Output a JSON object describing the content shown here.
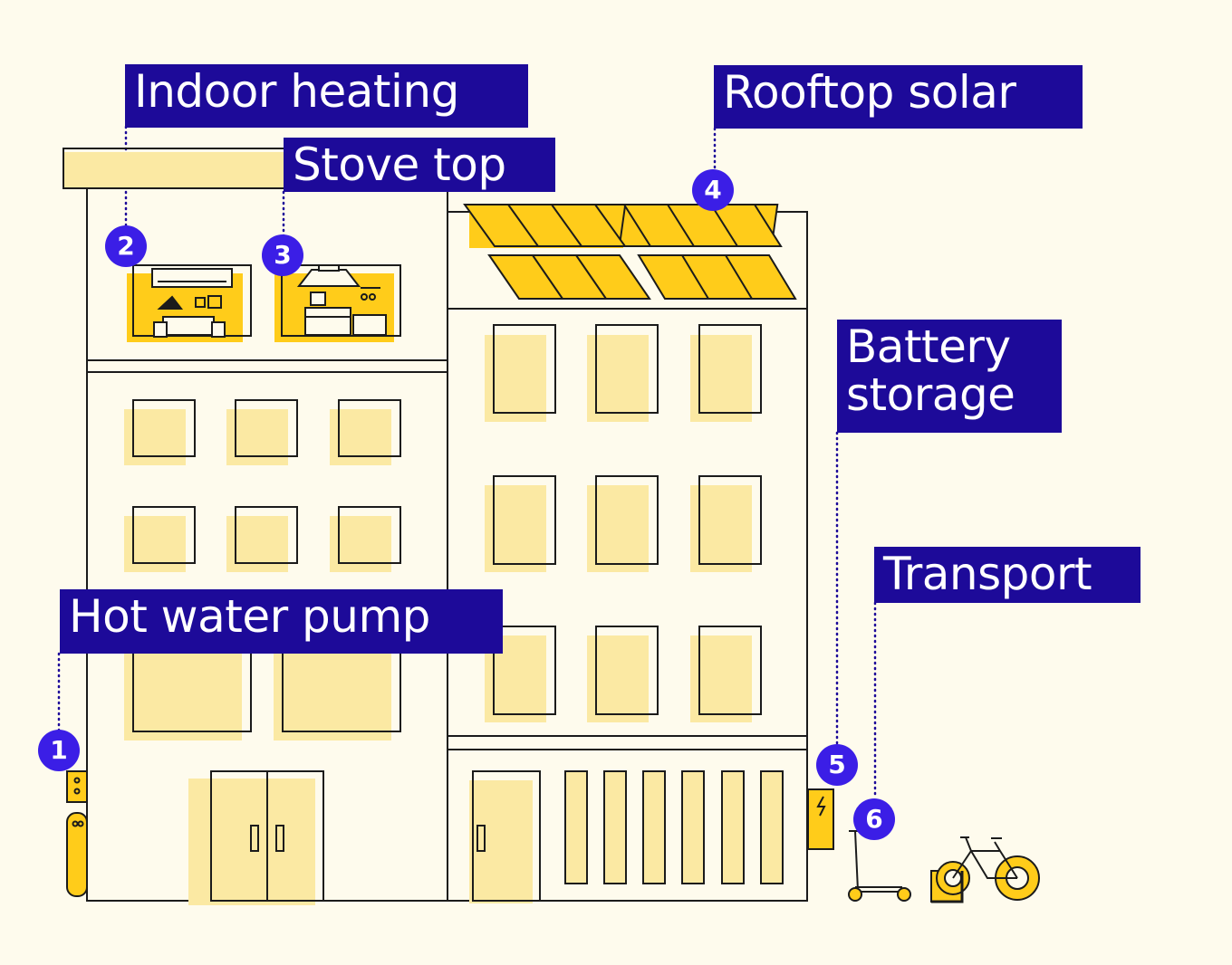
{
  "colors": {
    "background": "#fefbed",
    "outline": "#1b1b1b",
    "accent_yellow": "#ffcc1a",
    "soft_yellow": "#fbe9a3",
    "label_bg": "#1d0a99",
    "badge_bg": "#3b1ee6"
  },
  "labels": {
    "indoor_heating": "Indoor heating",
    "stove_top": "Stove top",
    "rooftop_solar": "Rooftop solar",
    "battery_storage": "Battery\nstorage",
    "transport": "Transport",
    "hot_water_pump": "Hot water pump"
  },
  "markers": [
    "1",
    "2",
    "3",
    "4",
    "5",
    "6"
  ],
  "icons": {
    "heat_pump": "hot-water-heat-pump-icon",
    "air_conditioner": "wall-heat-pump-icon",
    "range_hood": "range-hood-icon",
    "solar_panels": "solar-panel-icon",
    "battery": "home-battery-icon",
    "scooter": "electric-scooter-icon",
    "bicycle": "electric-bicycle-icon"
  }
}
